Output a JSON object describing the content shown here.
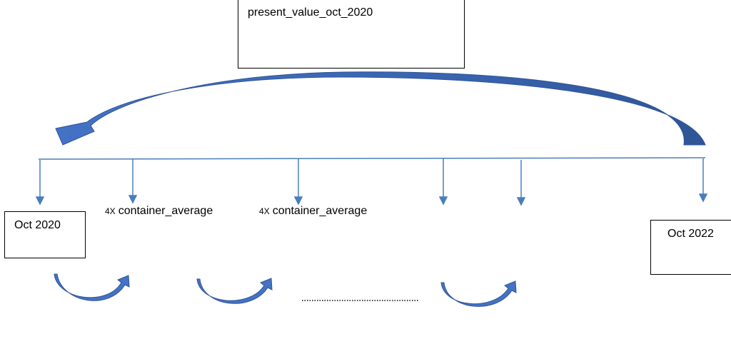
{
  "boxes": {
    "present_value": "present_value_oct_2020",
    "start": "Oct 2020",
    "end": "Oct 2022"
  },
  "period_labels": [
    {
      "multiplier": "4X",
      "text": "container_average"
    },
    {
      "multiplier": "4X",
      "text": "container_average"
    }
  ],
  "colors": {
    "arrow_fill": "#4472C4",
    "arrow_dark": "#2F5597",
    "line": "#4A7EBB"
  }
}
